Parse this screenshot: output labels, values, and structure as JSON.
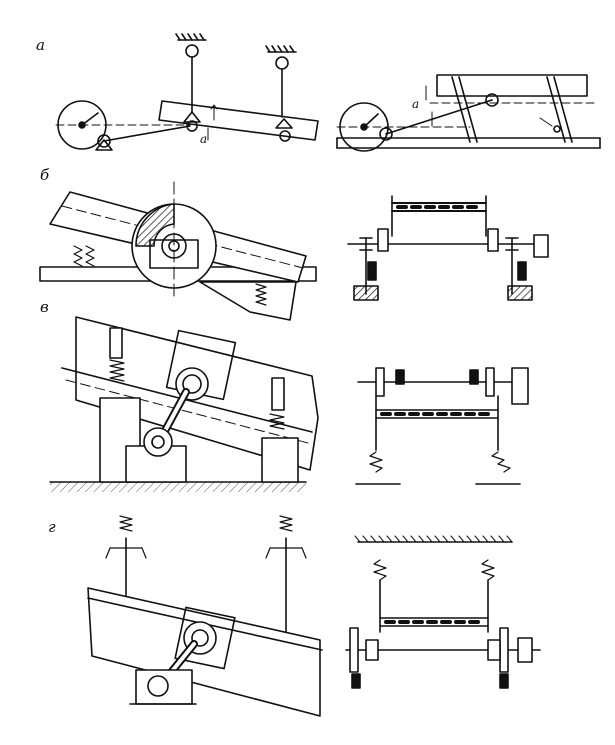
{
  "panels": {
    "a": {
      "label": "а",
      "dim_left": "a",
      "dim_right": "a"
    },
    "b": {
      "label": "б"
    },
    "v": {
      "label": "в"
    },
    "g": {
      "label": "г"
    }
  },
  "colors": {
    "ink": "#111111",
    "paper": "#ffffff"
  }
}
